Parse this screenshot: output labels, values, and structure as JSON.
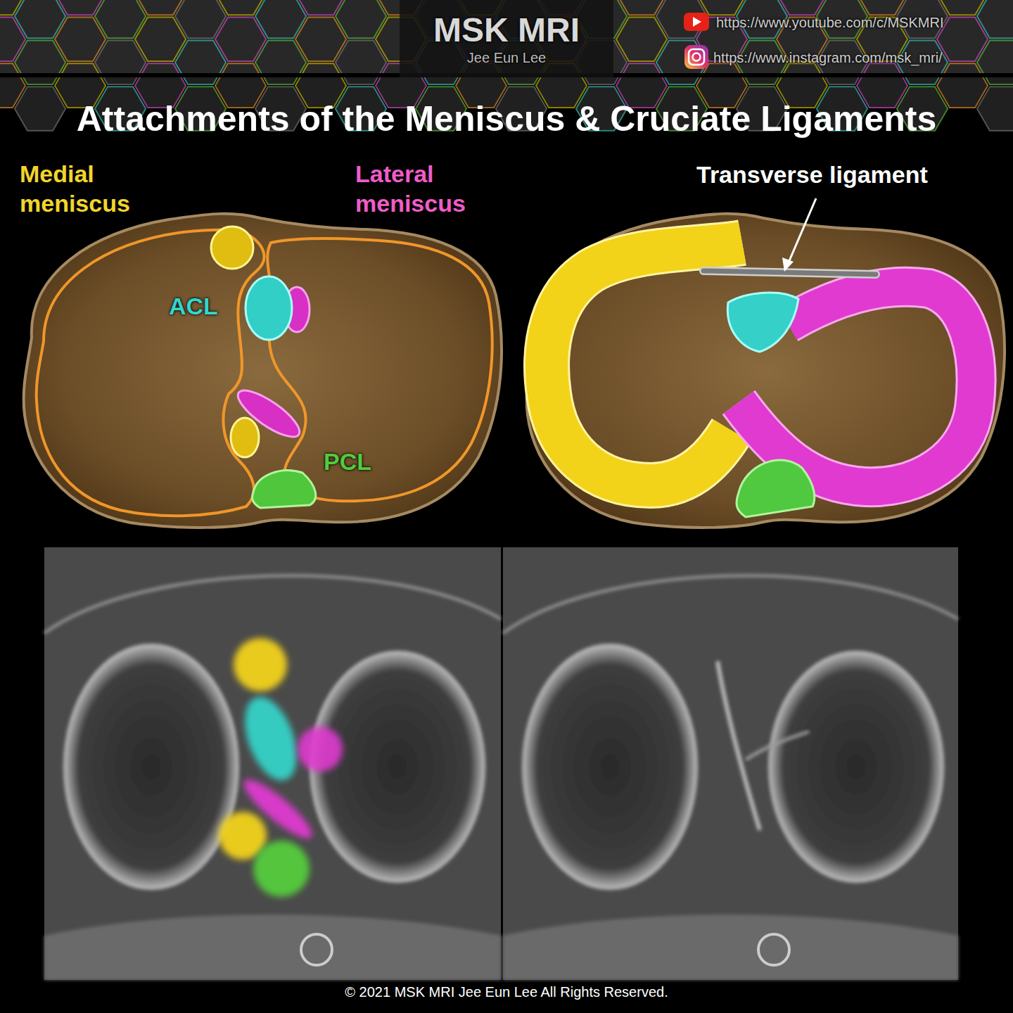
{
  "diagram": {
    "title": "Attachments of the Meniscus & Cruciate Ligaments",
    "caption": "© 2021 MSK MRI Jee Eun Lee All Rights Reserved.",
    "labels": [
      "MSK MRI",
      "Jee Eun Lee",
      "https://www.youtube.com/c/MSKMRI",
      "https://www.instagram.com/msk_mri/",
      "Medial meniscus",
      "Lateral meniscus",
      "ACL",
      "Transverse ligament",
      "PCL"
    ]
  }
}
